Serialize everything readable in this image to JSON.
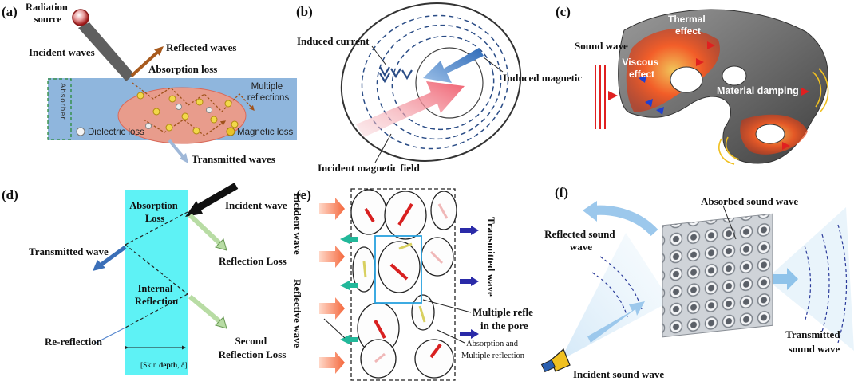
{
  "panels": {
    "a": {
      "label": "(a)",
      "radiation_source": [
        "Radiation",
        "source"
      ],
      "incident": "Incident waves",
      "reflected": "Reflected waves",
      "absorption": "Absorption loss",
      "multiple": [
        "Multiple",
        "reflections"
      ],
      "absorber": "Absorber",
      "dielectric": "Dielectric loss",
      "magnetic": "Magnetic loss",
      "transmitted": "Transmitted waves"
    },
    "b": {
      "label": "(b)",
      "induced_current": "Induced current",
      "induced_magnetic": "Induced magnetic",
      "incident_field": "Incident magnetic field"
    },
    "c": {
      "label": "(c)",
      "sound_wave": "Sound wave",
      "viscous": [
        "Viscous",
        "effect"
      ],
      "thermal": [
        "Thermal",
        "effect"
      ],
      "damping": "Material damping"
    },
    "d": {
      "label": "(d)",
      "absorption": [
        "Absorption",
        "Loss"
      ],
      "incident": "Incident wave",
      "transmitted": "Transmitted wave",
      "reflection_loss": "Reflection Loss",
      "internal": [
        "Internal",
        "Reflection"
      ],
      "rereflection": "Re-reflection",
      "second": [
        "Second",
        "Reflection Loss"
      ],
      "skin_pre": "[Skin ",
      "skin_bold": "depth",
      "skin_post": ", δ]"
    },
    "e": {
      "label": "(e)",
      "incident_wave": "Incident wave",
      "reflective_wave": "Reflective wave",
      "transmitted_wave": "Transmitted wave",
      "multiple": [
        "Multiple refle",
        "in the pore"
      ],
      "absorption": [
        "Absorption and",
        "Multiple reflection"
      ]
    },
    "f": {
      "label": "(f)",
      "absorbed": "Absorbed sound wave",
      "reflected": [
        "Reflected sound",
        "wave"
      ],
      "transmitted": [
        "Transmitted",
        "sound wave"
      ],
      "incident": "Incident sound wave"
    }
  },
  "colors": {
    "absorber_blue": "#8fb6dd",
    "ellipse_red": "#e89c8c",
    "incident_grey": "#5f5f5f",
    "reflect_brown": "#a85a1d",
    "cyan_slab": "#5ef2f5",
    "green_arrow": "#b8dca4",
    "red_arrow": "#e02020",
    "teal_arrow": "#22b89a"
  }
}
